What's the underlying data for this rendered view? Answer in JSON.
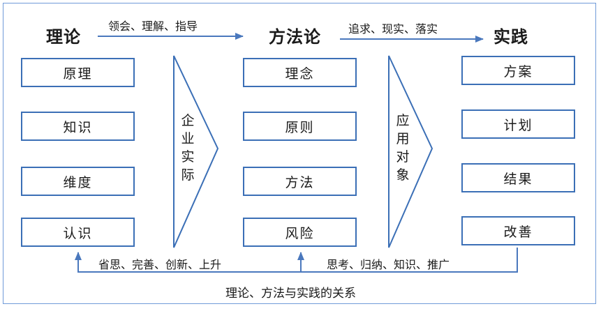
{
  "headers": {
    "theory": "理论",
    "method": "方法论",
    "practice": "实践"
  },
  "arrow_labels": {
    "top_left": "领会、理解、指导",
    "top_right": "追求、现实、落实"
  },
  "columns": {
    "theory": [
      "原理",
      "知识",
      "维度",
      "认识"
    ],
    "method": [
      "理念",
      "原则",
      "方法",
      "风险"
    ],
    "practice": [
      "方案",
      "计划",
      "结果",
      "改善"
    ]
  },
  "chevrons": {
    "left": "企业实际",
    "right": "应用对象"
  },
  "feedback_labels": {
    "left": "省思、完善、创新、上升",
    "right": "思考、归纳、知识、推广"
  },
  "caption": "理论、方法与实践的关系",
  "colors": {
    "box_border": "#3b6fb6",
    "arrow": "#4a78bd",
    "frame": "#6f9ad8",
    "text": "#1a1a1a"
  }
}
